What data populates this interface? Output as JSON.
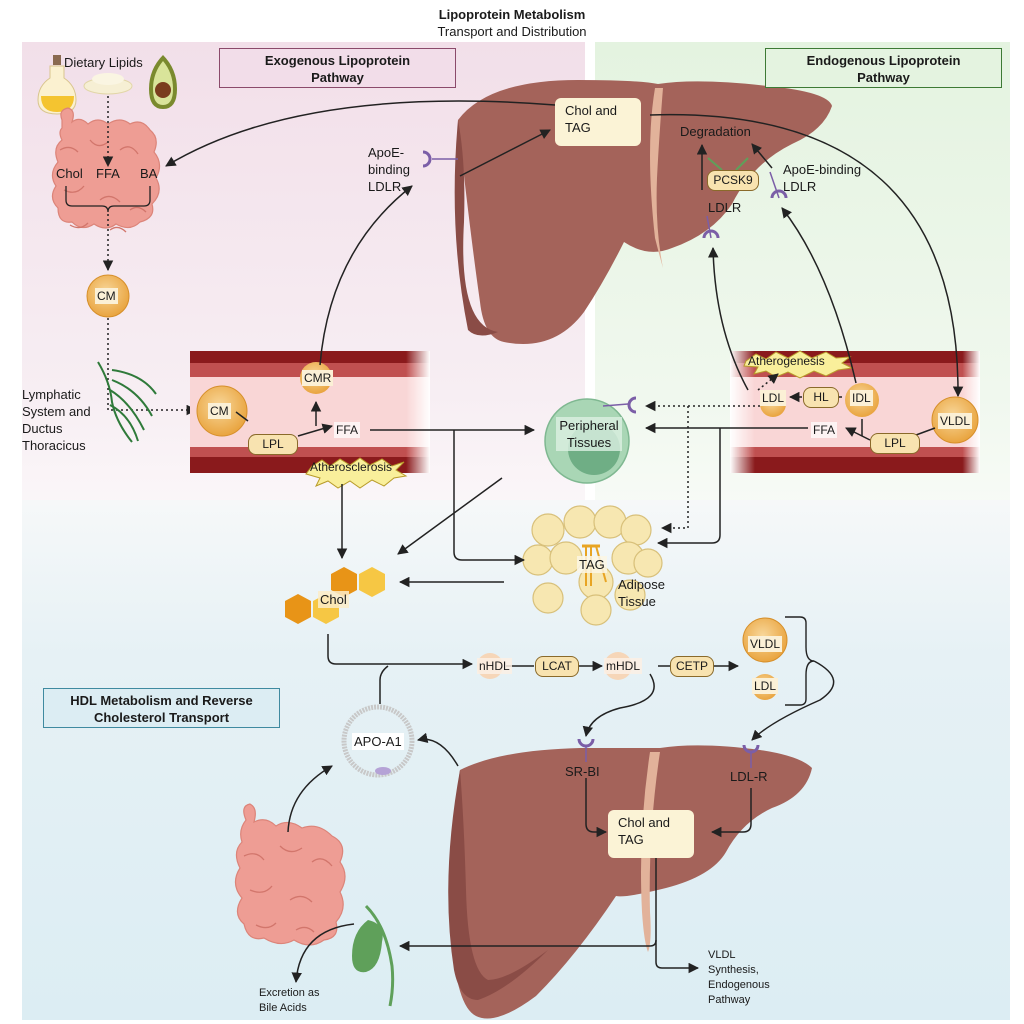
{
  "header": {
    "title": "Lipoprotein Metabolism",
    "subtitle": "Transport and Distribution"
  },
  "sections": {
    "exogenous": {
      "label": "Exogenous Lipoprotein\nPathway",
      "bg_color": "#f2dfe9",
      "border_color": "#8b4a6b"
    },
    "endogenous": {
      "label": "Endogenous Lipoprotein\nPathway",
      "bg_color": "#e4f3e0",
      "border_color": "#3d7a35"
    },
    "hdl": {
      "label": "HDL Metabolism and Reverse\nCholesterol Transport",
      "bg_color": "#dcedf3",
      "border_color": "#3f8aa0"
    }
  },
  "colors": {
    "liver": "#a4635a",
    "liver_dark": "#8a4c46",
    "intestine": "#ee9d94",
    "vessel_dark": "#8a1a1c",
    "vessel_light": "#f9d0d0",
    "receptor": "#7b5ea7",
    "particle": "#f0b04e",
    "peripheral": "#9fd0ad",
    "adipose": "#f6e8b4",
    "chol_orange": "#e89417",
    "chol_yellow": "#f6c744",
    "gallbladder": "#5fa05a",
    "store_box": "#fbf3d6",
    "enzyme_box": "#f8e3b0"
  },
  "exogenous": {
    "dietary_lipids": "Dietary Lipids",
    "intestine_labels": [
      "Chol",
      "FFA",
      "BA"
    ],
    "cm": "CM",
    "lymphatic": "Lymphatic\nSystem and\nDuctus\nThoracicus",
    "vessel_cm": "CM",
    "lpl": "LPL",
    "cmr": "CMR",
    "ffa": "FFA",
    "atherosclerosis": "Atherosclerosis",
    "apoe_ldlr": "ApoE-\nbinding\nLDLR"
  },
  "liver_top": {
    "store": "Chol and\nTAG",
    "degradation": "Degradation",
    "pcsk9": "PCSK9",
    "ldlr": "LDLR",
    "apoe_ldlr": "ApoE-binding\nLDLR"
  },
  "endogenous": {
    "atherogenesis": "Atherogenesis",
    "ldl": "LDL",
    "hl": "HL",
    "idl": "IDL",
    "vldl": "VLDL",
    "ffa": "FFA",
    "lpl": "LPL"
  },
  "tissues": {
    "peripheral": "Peripheral\nTissues",
    "tag": "TAG",
    "adipose": "Adipose\nTissue",
    "chol": "Chol"
  },
  "hdl": {
    "nhdl": "nHDL",
    "lcat": "LCAT",
    "mhdl": "mHDL",
    "cetp": "CETP",
    "vldl": "VLDL",
    "ldl": "LDL",
    "apoa1": "APO-A1",
    "srbi": "SR-BI",
    "ldl_r": "LDL-R",
    "store": "Chol and\nTAG",
    "excretion": "Excretion as\nBile Acids",
    "vldl_synthesis": "VLDL\nSynthesis,\nEndogenous\nPathway"
  }
}
